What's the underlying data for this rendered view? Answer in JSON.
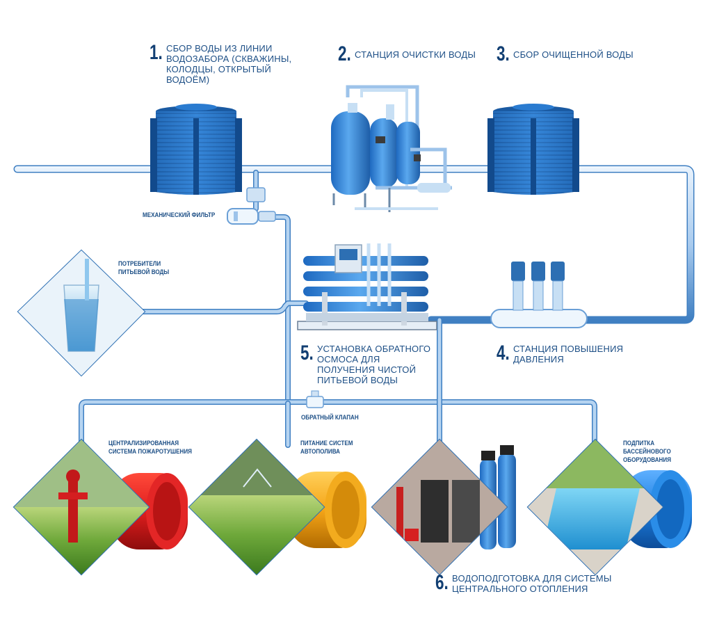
{
  "steps": {
    "s1": {
      "num": "1.",
      "text": "Сбор воды из линии водозабора (скважины, колодцы, открытый водоём)"
    },
    "s2": {
      "num": "2.",
      "text": "Станция очистки воды"
    },
    "s3": {
      "num": "3.",
      "text": "Сбор очищенной воды"
    },
    "s4": {
      "num": "4.",
      "text": "Станция повышения давления"
    },
    "s5": {
      "num": "5.",
      "text": "Установка обратного осмоса для получения чистой питьевой воды"
    },
    "s6": {
      "num": "6.",
      "text": "Водоподготовка для системы центрального отопления"
    }
  },
  "labels": {
    "mech_filter": "Механический фильтр",
    "drink": "Потребители питьевой воды",
    "check_valve": "Обратный клапан",
    "fire": "Централизированная система пожаротушения",
    "irrigation": "Питание систем автополива",
    "pool": "Подпитка бассейнового оборудования"
  },
  "colors": {
    "pipe": "#6a9fd6",
    "pipe_dark": "#2d6fb3",
    "tank_blue": "#2b7fd4",
    "tank_red": "#d62020",
    "tank_orange": "#f2a418",
    "label": "#1d4f86"
  }
}
